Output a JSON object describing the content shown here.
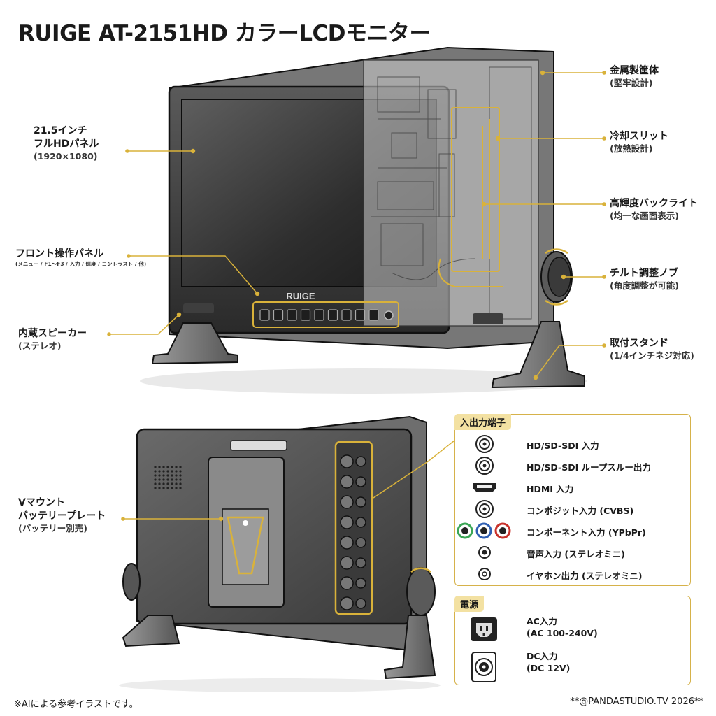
{
  "title": "RUIGE AT-2151HD カラーLCDモニター",
  "front": {
    "brand": "RUIGE",
    "callouts_left": [
      {
        "id": "panel",
        "lines": [
          "21.5インチ",
          "フルHDパネル"
        ],
        "sub": "(1920×1080)"
      },
      {
        "id": "controls",
        "lines": [
          "フロント操作パネル"
        ],
        "tiny": "(メニュー / F1〜F3 / 入力 / 輝度 / コントラスト / 他)"
      },
      {
        "id": "speaker",
        "lines": [
          "内蔵スピーカー"
        ],
        "sub": "(ステレオ)"
      }
    ],
    "callouts_right": [
      {
        "id": "chassis",
        "lines": [
          "金属製筐体"
        ],
        "sub": "(堅牢設計)"
      },
      {
        "id": "vent",
        "lines": [
          "冷却スリット"
        ],
        "sub": "(放熱設計)"
      },
      {
        "id": "backlight",
        "lines": [
          "高輝度バックライト"
        ],
        "sub": "(均一な画面表示)"
      },
      {
        "id": "tilt",
        "lines": [
          "チルト調整ノブ"
        ],
        "sub": "(角度調整が可能)"
      },
      {
        "id": "stand",
        "lines": [
          "取付スタンド"
        ],
        "sub": "(1/4インチネジ対応)"
      }
    ]
  },
  "rear": {
    "callout": {
      "id": "vmount",
      "lines": [
        "Vマウント",
        "バッテリープレート"
      ],
      "sub": "(バッテリー別売)"
    }
  },
  "io_panel": {
    "heading": "入出力端子",
    "items": [
      {
        "icon": "bnc-icon",
        "label": "HD/SD-SDI 入力"
      },
      {
        "icon": "bnc-icon",
        "label": "HD/SD-SDI ループスルー出力"
      },
      {
        "icon": "hdmi-icon",
        "label": "HDMI 入力"
      },
      {
        "icon": "rca-icon",
        "label": "コンポジット入力 (CVBS)"
      },
      {
        "icon": "component-rca-icon",
        "label": "コンポーネント入力 (YPbPr)"
      },
      {
        "icon": "audio-jack-icon",
        "label": "音声入力 (ステレオミニ)"
      },
      {
        "icon": "headphone-jack-icon",
        "label": "イヤホン出力 (ステレオミニ)"
      }
    ],
    "component_colors": [
      "#3aa655",
      "#2f5fb3",
      "#c8322b"
    ]
  },
  "power_panel": {
    "heading": "電源",
    "items": [
      {
        "icon": "ac-inlet-icon",
        "label": "AC入力",
        "sub": "(AC 100-240V)"
      },
      {
        "icon": "dc-xlr-icon",
        "label": "DC入力",
        "sub": "(DC 12V)"
      }
    ]
  },
  "footer": {
    "note": "※AIによる参考イラストです。",
    "credit": "**@PANDASTUDIO.TV 2026**"
  },
  "colors": {
    "accent": "#d9b23a",
    "panel_border": "#d6b24a",
    "panel_head": "#f3e1a2"
  }
}
